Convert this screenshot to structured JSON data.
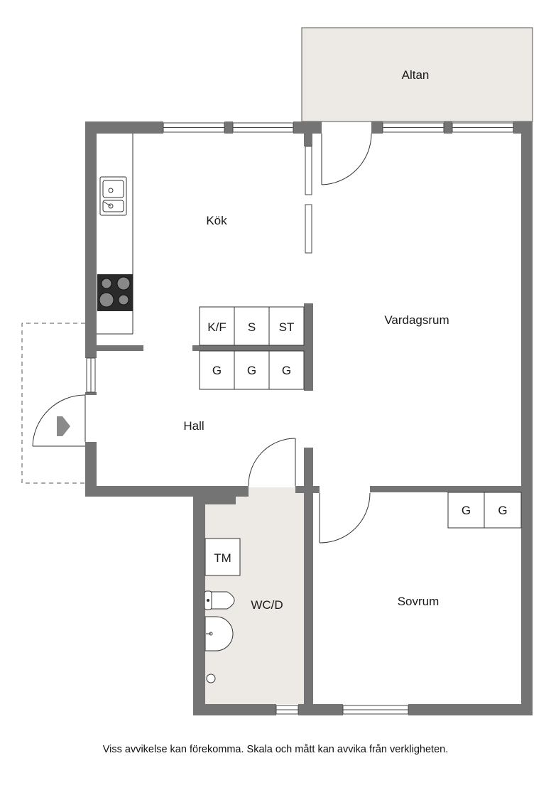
{
  "rooms": {
    "altan": "Altan",
    "kok": "Kök",
    "vardagsrum": "Vardagsrum",
    "hall": "Hall",
    "wcd": "WC/D",
    "sovrum": "Sovrum"
  },
  "units": {
    "kf": "K/F",
    "s": "S",
    "st": "ST",
    "g": "G",
    "tm": "TM"
  },
  "disclaimer": "Viss avvikelse kan förekomma. Skala och mått kan avvika från verkligheten.",
  "colors": {
    "wall": "#747474",
    "balcony": "#ede9e4",
    "bathroom": "#ede9e4",
    "line": "#333333"
  }
}
